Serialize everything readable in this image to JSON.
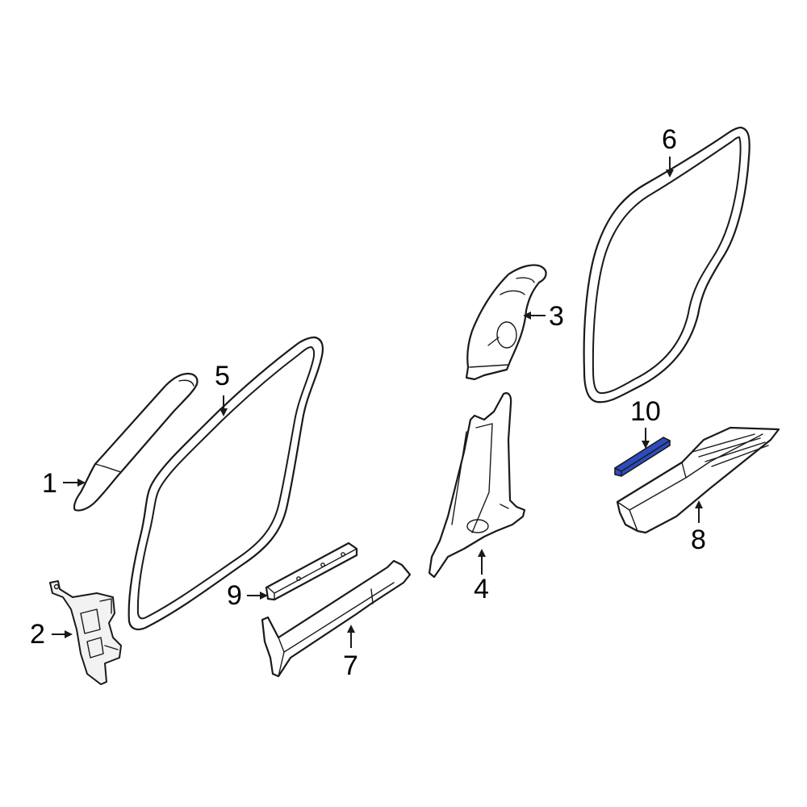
{
  "highlight_color": "#2e4bbf",
  "line_color": "#1a1a1a",
  "callouts": [
    {
      "id": "1",
      "label": "1"
    },
    {
      "id": "2",
      "label": "2"
    },
    {
      "id": "3",
      "label": "3"
    },
    {
      "id": "4",
      "label": "4"
    },
    {
      "id": "5",
      "label": "5"
    },
    {
      "id": "6",
      "label": "6"
    },
    {
      "id": "7",
      "label": "7"
    },
    {
      "id": "8",
      "label": "8"
    },
    {
      "id": "9",
      "label": "9"
    },
    {
      "id": "10",
      "label": "10"
    }
  ],
  "highlighted_part": "10"
}
